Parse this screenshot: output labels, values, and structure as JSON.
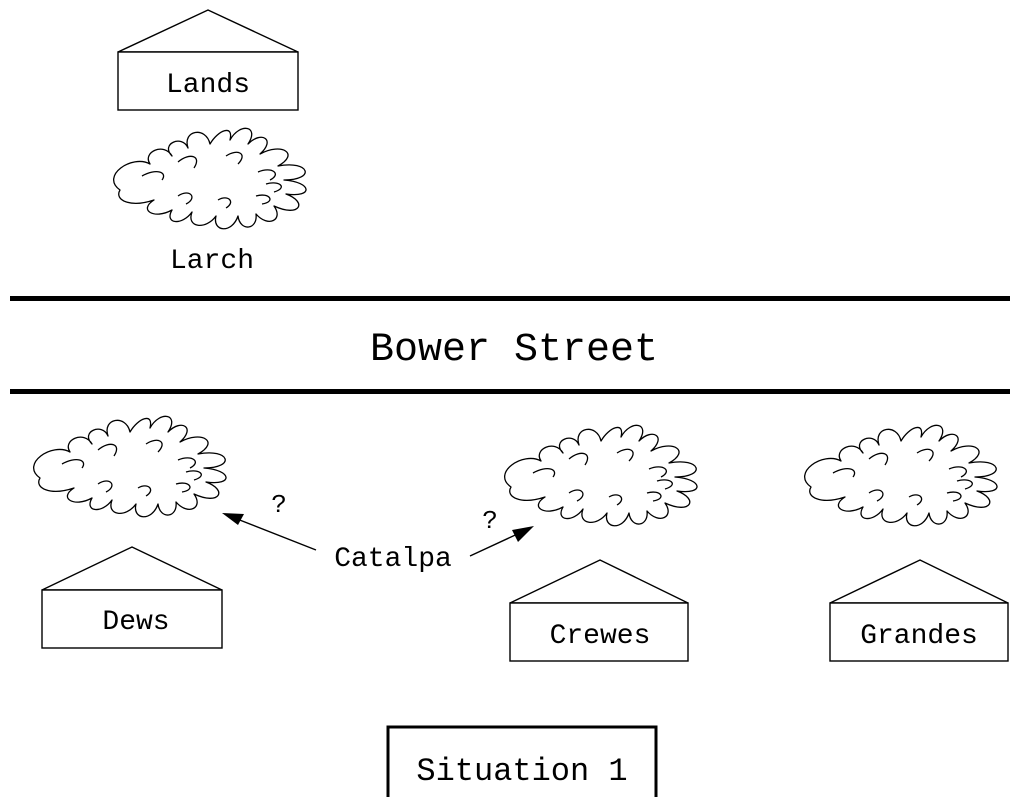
{
  "street": {
    "name": "Bower Street"
  },
  "houses": {
    "lands": "Lands",
    "dews": "Dews",
    "crewes": "Crewes",
    "grandes": "Grandes"
  },
  "trees": {
    "larch": "Larch",
    "catalpa": "Catalpa"
  },
  "arrows": {
    "left_mark": "?",
    "right_mark": "?"
  },
  "caption": "Situation 1"
}
